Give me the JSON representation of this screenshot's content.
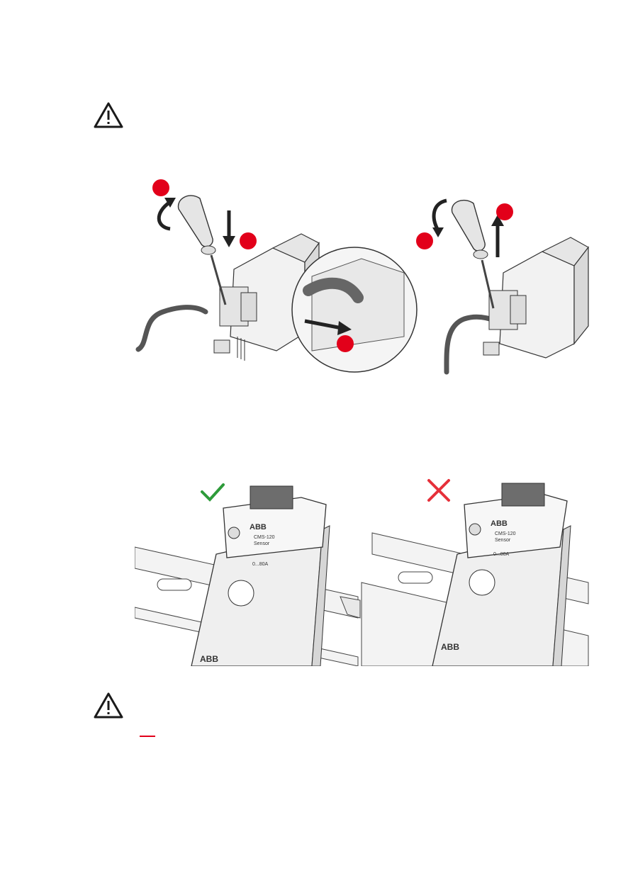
{
  "page": {
    "accent_color": "#e2001a",
    "check_color": "#2e9b3a",
    "cross_color": "#e6303a"
  },
  "icons": {
    "warning_top": "warning-triangle-icon",
    "warning_bottom": "warning-triangle-icon",
    "correct_mark": "check-mark-icon",
    "incorrect_mark": "cross-mark-icon"
  },
  "figure_wiring": {
    "step_markers": [
      "",
      "",
      "",
      "",
      ""
    ]
  },
  "figure_mounting": {
    "device_brand": "ABB",
    "sensor_model": "CMS-120",
    "sensor_label": "Sensor",
    "sensor_range": "0...80A",
    "rail_brand": "ABB"
  }
}
